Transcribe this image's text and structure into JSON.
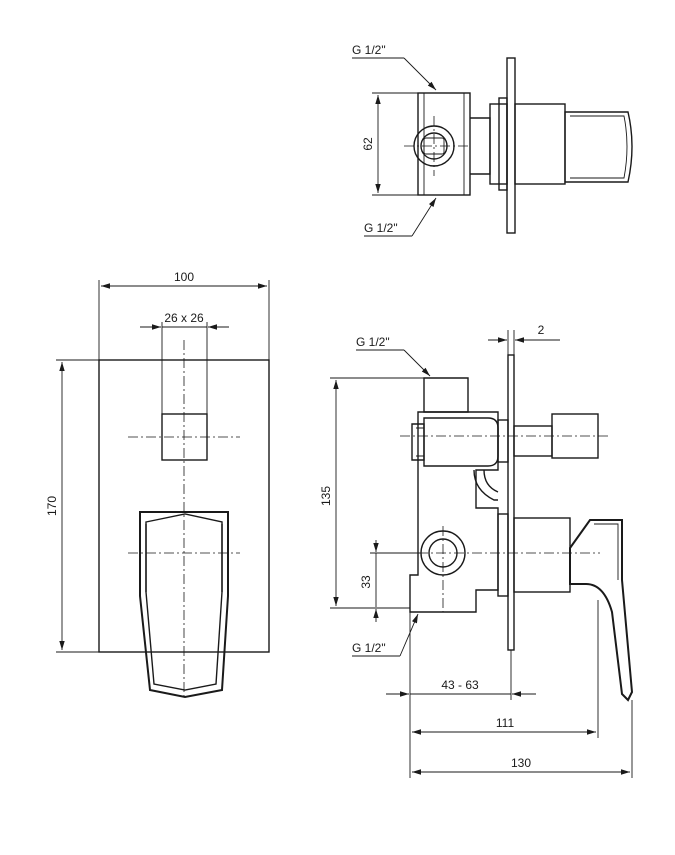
{
  "dimensions": {
    "plate_width": "100",
    "square": "26 x 26",
    "plate_height": "170",
    "top_view_width": "62",
    "wall_offset": "2",
    "body_height": "135",
    "outlet_height": "33",
    "depth_range": "43 - 63",
    "depth_handle": "111",
    "depth_total": "130"
  },
  "threads": {
    "top_upper": "G 1/2\"",
    "top_lower": "G 1/2\"",
    "side_upper": "G 1/2\"",
    "side_lower": "G 1/2\""
  }
}
